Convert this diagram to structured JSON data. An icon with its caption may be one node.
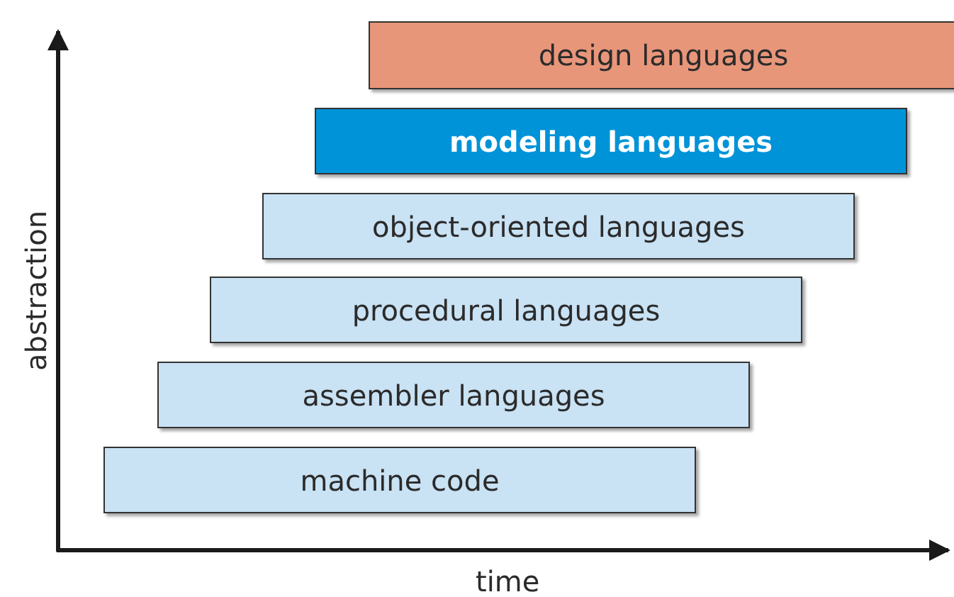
{
  "diagram": {
    "nodes": [
      {
        "text": [
          "design languages"
        ]
      },
      {
        "text": [
          "modeling languages"
        ]
      },
      {
        "text": [
          "object-oriented languages"
        ]
      },
      {
        "text": [
          "procedural languages"
        ]
      },
      {
        "text": [
          "assembler languages"
        ]
      },
      {
        "text": [
          "machine code"
        ]
      }
    ],
    "labels": [
      "abstraction",
      "time"
    ]
  }
}
